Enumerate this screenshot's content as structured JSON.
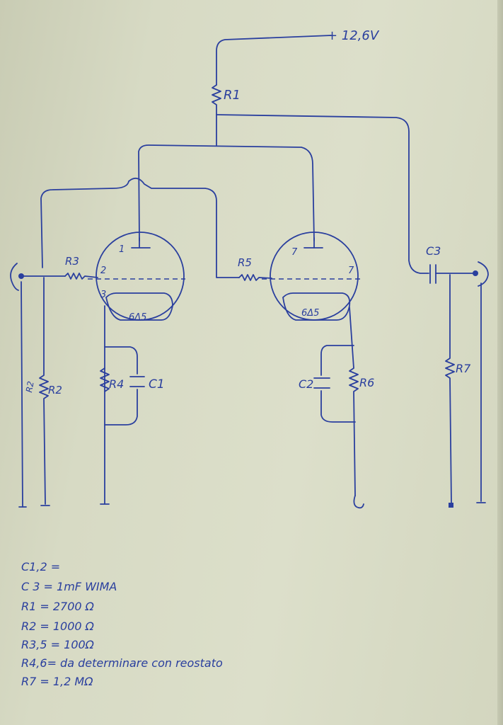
{
  "schematic": {
    "supply": "+ 12,6V",
    "resistors": [
      "R1",
      "R3",
      "R2",
      "R4",
      "R5",
      "R6",
      "R7",
      "R2"
    ],
    "capacitors": [
      "C1",
      "C2",
      "C3"
    ],
    "tube1": {
      "name": "6Δ5",
      "pins": [
        "1",
        "2",
        "3"
      ]
    },
    "tube2": {
      "name": "6Δ5",
      "pins": [
        "7",
        "7"
      ]
    }
  },
  "notes": [
    "C1,2 =",
    "C 3 = 1mF WIMA",
    "R1 = 2700 Ω",
    "R2 = 1000 Ω",
    "R3,5 = 100Ω",
    "R4,6= da determinare con reostato",
    "R7 = 1,2 MΩ"
  ],
  "ink_color": "#2a3f9e"
}
